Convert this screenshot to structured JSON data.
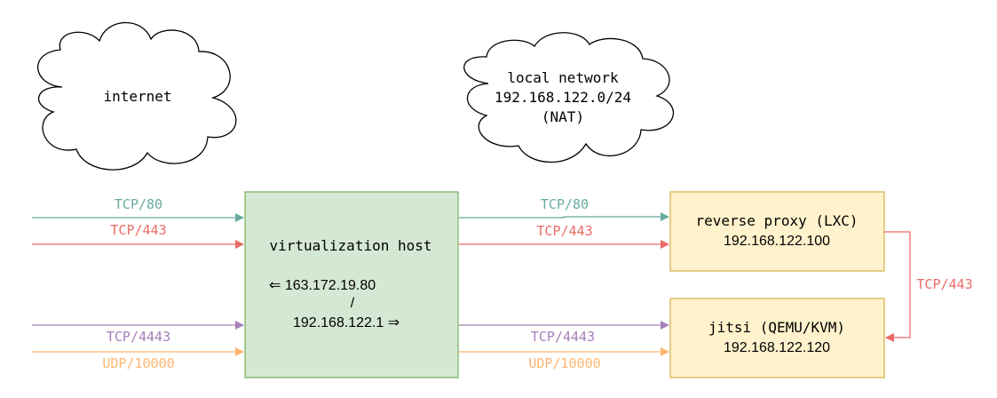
{
  "clouds": {
    "internet": {
      "label": "internet"
    },
    "local_network": {
      "line1": "local network",
      "line2": "192.168.122.0/24",
      "line3": "(NAT)"
    }
  },
  "host": {
    "title": "virtualization host",
    "ip_public": "⇐ 163.172.19.80",
    "separator": "/",
    "ip_private": "192.168.122.1 ⇒"
  },
  "proxy": {
    "title": "reverse proxy (LXC)",
    "ip": "192.168.122.100"
  },
  "jitsi": {
    "title": "jitsi (QEMU/KVM)",
    "ip": "192.168.122.120"
  },
  "ports": {
    "tcp80": "TCP/80",
    "tcp443": "TCP/443",
    "tcp4443": "TCP/4443",
    "udp10000": "UDP/10000"
  },
  "colors": {
    "tcp80": "#67AB9F",
    "tcp443": "#EA6B66",
    "tcp4443": "#A680B8",
    "udp10000": "#FFB570",
    "host_fill": "#D5E8D4",
    "host_stroke": "#82B366",
    "vm_fill": "#FFF2CC",
    "vm_stroke": "#D6B656"
  }
}
